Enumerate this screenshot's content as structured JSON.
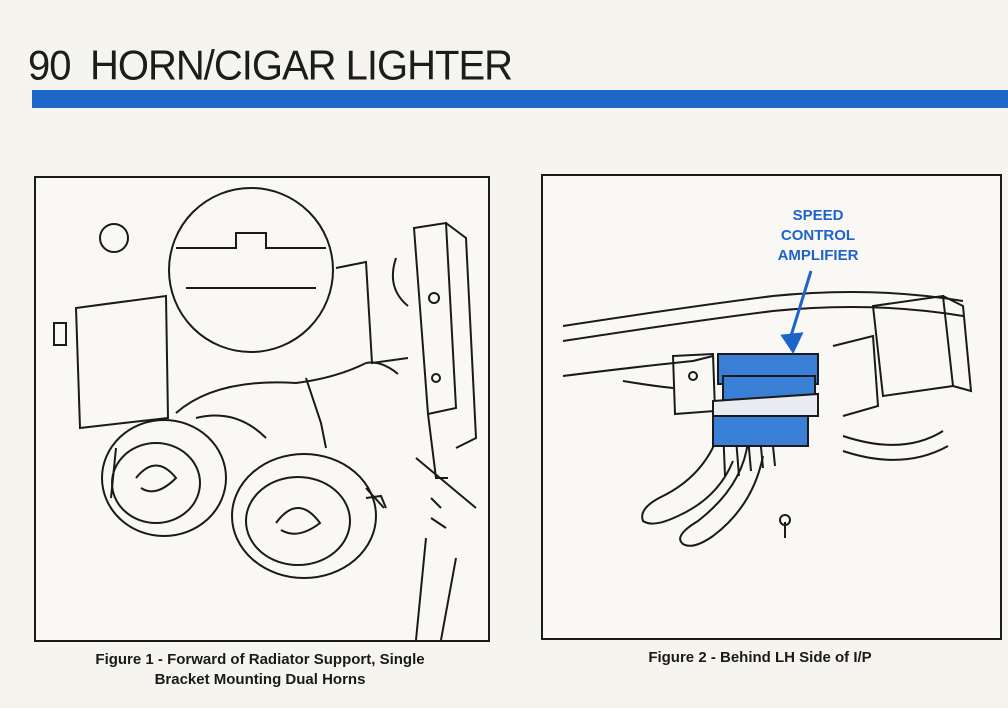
{
  "header": {
    "page_number": "90",
    "title": "HORN/CIGAR LIGHTER"
  },
  "figures": [
    {
      "caption_line1": "Figure 1 - Forward of Radiator Support, Single",
      "caption_line2": "Bracket Mounting Dual Horns"
    },
    {
      "caption_line1": "Figure 2 - Behind LH Side of I/P",
      "callout_lines": [
        "SPEED",
        "CONTROL",
        "AMPLIFIER"
      ]
    }
  ],
  "colors": {
    "accent_bar": "#1d67c8",
    "callout_text": "#1e64c8",
    "component_highlight": "#3a7fd6"
  }
}
